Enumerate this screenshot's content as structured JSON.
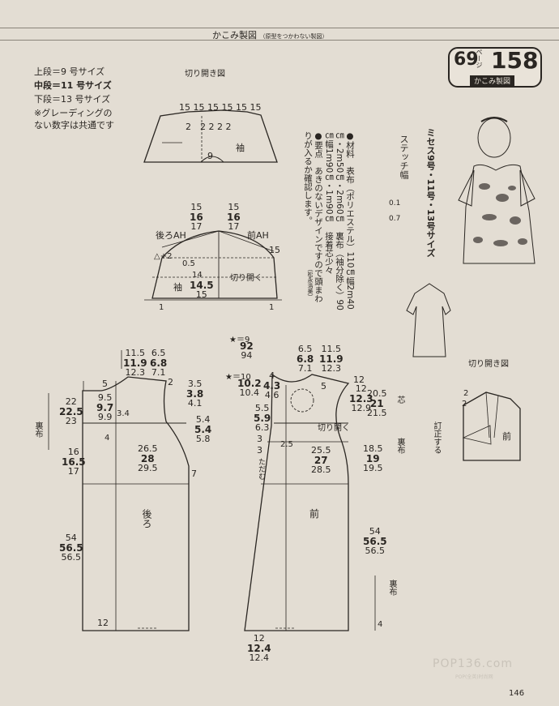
{
  "header": {
    "title": "かこみ製図",
    "subtitle": "（原型をつかわない製図）"
  },
  "badge": {
    "ref": "69",
    "ref_label": "ページ",
    "number": "158",
    "caption": "かこみ製図"
  },
  "legend": {
    "line1": "上段＝9 号サイズ",
    "line2": "中段＝11 号サイズ",
    "line3": "下段＝13 号サイズ",
    "line4": "※グレーディングの",
    "line5": "ない数字は共通です"
  },
  "sizes_title": "ミセス9号・11号・13号サイズ",
  "materials": {
    "line1": "●材料　表布（ポリエステル）110㎝幅2m40",
    "line2": "㎝・2m50㎝・2m60㎝　裏布（袖分除く）90",
    "line3": "㎝幅1m90㎝・1m90㎝　接着芯少々",
    "line4": "●要点　あきのないデザインですので頭まわ",
    "line5": "りが入るか確認します。",
    "credit": "（松永浩美）"
  },
  "stitch": {
    "label": "ステッチ幅",
    "value1": "0.1",
    "value2": "0.7"
  },
  "sleeve": {
    "kirihiraki_label": "切り開き図",
    "top_nums": "15 15 15 15 15 15",
    "top_twos": "2　2 2 2 2",
    "name": "袖",
    "width_9": "9",
    "cap_s": "15",
    "cap_m": "16",
    "cap_l": "17",
    "cap2_s": "15",
    "cap2_m": "16",
    "cap2_l": "17",
    "back_ah": "後ろAH",
    "front_ah": "前AH",
    "n15": "15",
    "delta2": "△+2",
    "n05": "0.5",
    "n14": "14",
    "len_s": "14",
    "len_m": "14.5",
    "len_l": "15",
    "cut_open": "切り開く",
    "one_left": "1",
    "one_right": "1",
    "sleeve_label": "袖"
  },
  "back": {
    "neck_s": "11.5",
    "neck_m": "11.9",
    "neck_l": "12.3",
    "neck2_s": "6.5",
    "neck2_m": "6.8",
    "neck2_l": "7.1",
    "n5": "5",
    "n2": "2",
    "sh_s": "3.5",
    "sh_m": "3.8",
    "sh_l": "4.1",
    "arm_s": "22",
    "arm_m": "22.5",
    "arm_l": "23",
    "b95_s": "9.5",
    "b95_m": "9.7",
    "b95_l": "9.9",
    "n34": "3.4",
    "n4": "4",
    "side_s": "5.4",
    "side_m": "5.4",
    "side_l": "5.8",
    "lining": "裏布",
    "bust_s": "26.5",
    "bust_m": "28",
    "bust_l": "29.5",
    "n7": "7",
    "waist_s": "16",
    "waist_m": "16.5",
    "waist_l": "17",
    "len_s": "54",
    "len_m": "56.5",
    "len_l": "56.5",
    "label": "後ろ",
    "hem": "12"
  },
  "front": {
    "star_label1": "★＝9",
    "star_m1": "92",
    "star_l1": "94",
    "star_label2": "★＝10",
    "star_m2": "10.2",
    "star_l2": "10.4",
    "neck_s": "6.5",
    "neck_m": "6.8",
    "neck_l": "7.1",
    "neck2_s": "11.5",
    "neck2_m": "11.9",
    "neck2_l": "12.3",
    "sh_s": "4",
    "sh_m": "4.3",
    "sh_l": "4.6",
    "n5": "5",
    "n12": "12",
    "arm_s": "12",
    "arm_m": "12.3",
    "arm_l": "12.9",
    "side_s": "20.5",
    "side_m": "21",
    "side_l": "21.5",
    "yoke_s": "5.5",
    "yoke_m": "5.9",
    "yoke_l": "6.3",
    "n3a": "3",
    "n3b": "3",
    "bust_s": "25.5",
    "bust_m": "27",
    "bust_l": "28.5",
    "n25": "2.5",
    "cut_open": "切り開く",
    "gather": "ただむ",
    "core": "芯",
    "lining": "裏布",
    "waist_s": "18.5",
    "waist_m": "19",
    "waist_l": "19.5",
    "len_s": "54",
    "len_m": "56.5",
    "len_l": "56.5",
    "label": "前",
    "hem_s": "12",
    "hem_m": "12.4",
    "hem_l": "12.4",
    "lining2": "裏布",
    "n4": "4"
  },
  "right_detail": {
    "kirihiraki_label": "切り開き図",
    "n2a": "2",
    "n2b": "2",
    "front_label": "前",
    "correct_label": "訂正する"
  },
  "watermark": "POP136.com",
  "watermark_sub": "POP(全英)时尚网",
  "page_number": "146"
}
